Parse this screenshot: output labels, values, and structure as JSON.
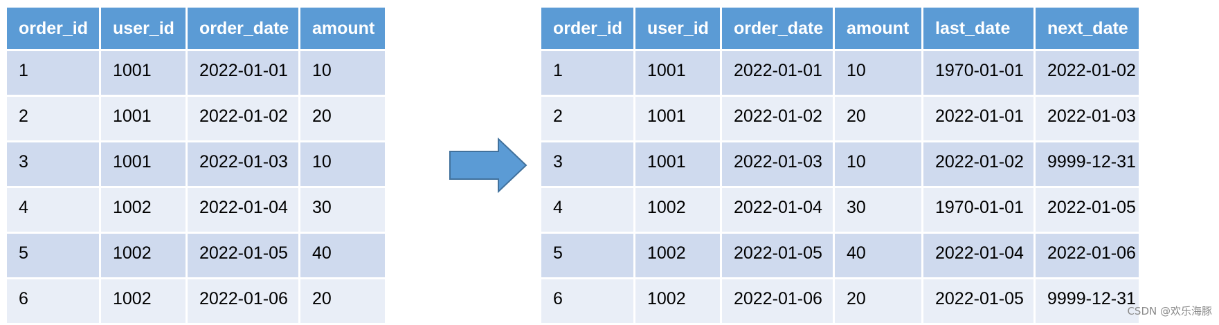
{
  "source_table": {
    "columns": [
      "order_id",
      "user_id",
      "order_date",
      "amount"
    ],
    "rows": [
      [
        "1",
        "1001",
        "2022-01-01",
        "10"
      ],
      [
        "2",
        "1001",
        "2022-01-02",
        "20"
      ],
      [
        "3",
        "1001",
        "2022-01-03",
        "10"
      ],
      [
        "4",
        "1002",
        "2022-01-04",
        "30"
      ],
      [
        "5",
        "1002",
        "2022-01-05",
        "40"
      ],
      [
        "6",
        "1002",
        "2022-01-06",
        "20"
      ]
    ]
  },
  "result_table": {
    "columns": [
      "order_id",
      "user_id",
      "order_date",
      "amount",
      "last_date",
      "next_date"
    ],
    "rows": [
      [
        "1",
        "1001",
        "2022-01-01",
        "10",
        "1970-01-01",
        "2022-01-02"
      ],
      [
        "2",
        "1001",
        "2022-01-02",
        "20",
        "2022-01-01",
        "2022-01-03"
      ],
      [
        "3",
        "1001",
        "2022-01-03",
        "10",
        "2022-01-02",
        "9999-12-31"
      ],
      [
        "4",
        "1002",
        "2022-01-04",
        "30",
        "1970-01-01",
        "2022-01-05"
      ],
      [
        "5",
        "1002",
        "2022-01-05",
        "40",
        "2022-01-04",
        "2022-01-06"
      ],
      [
        "6",
        "1002",
        "2022-01-06",
        "20",
        "2022-01-05",
        "9999-12-31"
      ]
    ]
  },
  "arrow": {
    "icon": "right-arrow-icon",
    "fill": "#5b9bd5",
    "stroke": "#41719c"
  },
  "colors": {
    "header_bg": "#5b9bd5",
    "row_odd_bg": "#cfdaee",
    "row_even_bg": "#e9eef7"
  },
  "watermark": "CSDN @欢乐海豚"
}
